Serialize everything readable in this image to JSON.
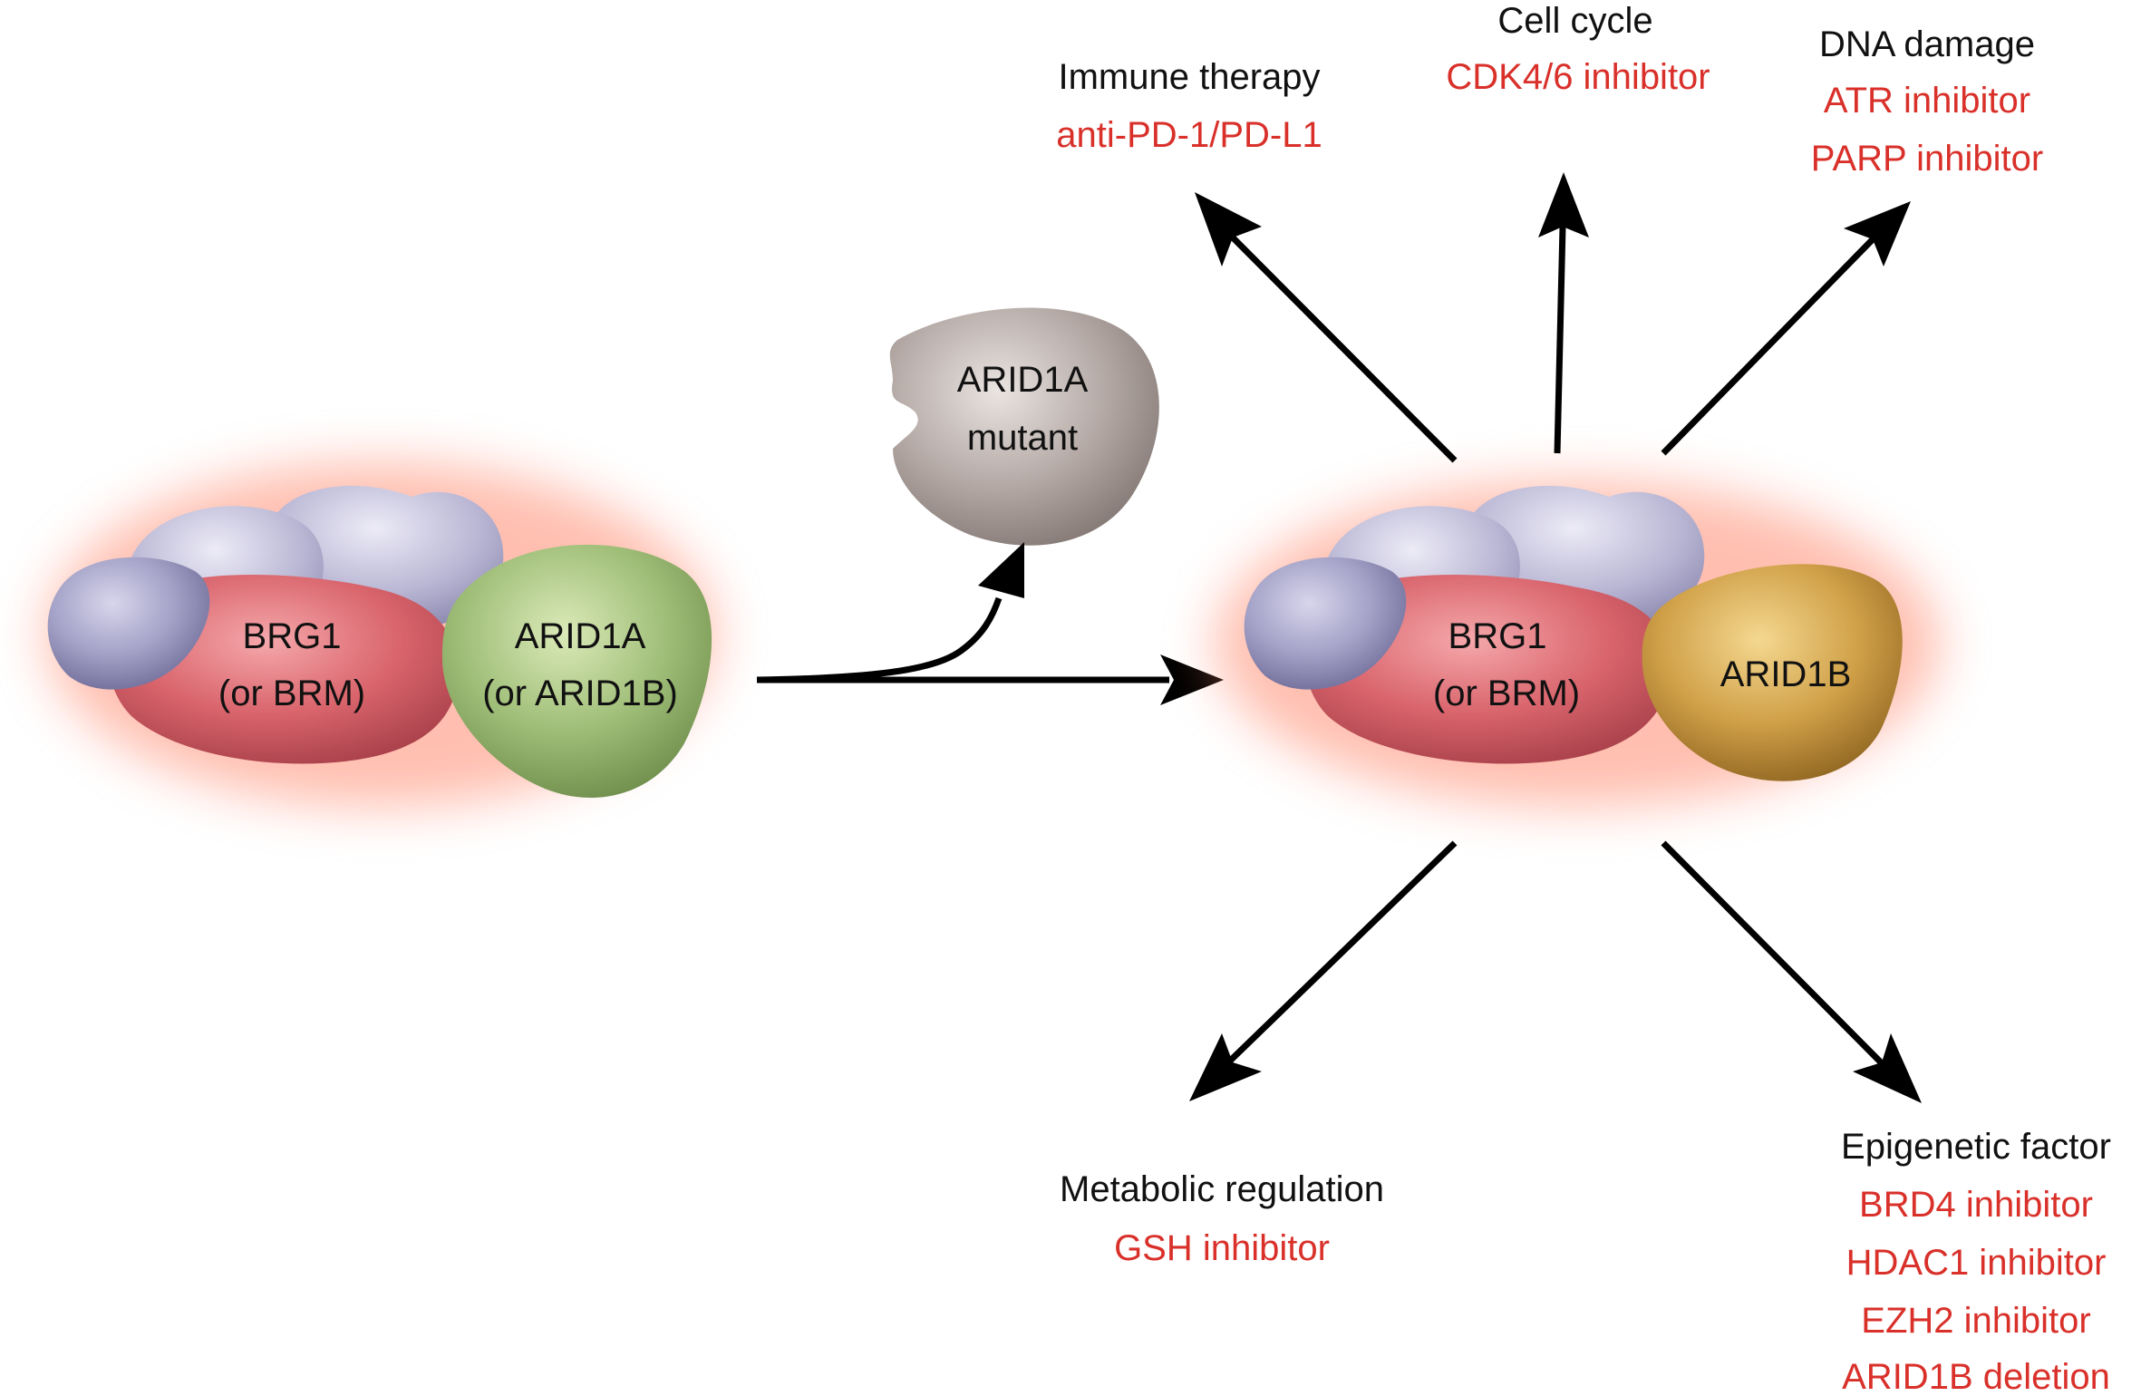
{
  "left_complex": {
    "core_label_line1": "BRG1",
    "core_label_line2": "(or BRM)",
    "partner_label_line1": "ARID1A",
    "partner_label_line2": "(or ARID1B)"
  },
  "mutant": {
    "label_line1": "ARID1A",
    "label_line2": "mutant"
  },
  "right_complex": {
    "core_label_line1": "BRG1",
    "core_label_line2": "(or BRM)",
    "partner_label": "ARID1B"
  },
  "branches": {
    "immune": {
      "title": "Immune therapy",
      "items": [
        "anti-PD-1/PD-L1"
      ]
    },
    "cell_cycle": {
      "title": "Cell cycle",
      "items": [
        "CDK4/6 inhibitor"
      ]
    },
    "dna_damage": {
      "title": "DNA damage",
      "items": [
        "ATR inhibitor",
        "PARP inhibitor"
      ]
    },
    "metabolic": {
      "title": "Metabolic regulation",
      "items": [
        "GSH inhibitor"
      ]
    },
    "epigenetic": {
      "title": "Epigenetic factor",
      "items": [
        "BRD4 inhibitor",
        "HDAC1 inhibitor",
        "EZH2 inhibitor",
        "ARID1B deletion"
      ]
    }
  },
  "colors": {
    "text_title": "#111111",
    "text_therapy": "#d9302a",
    "brg1": "#d9646c",
    "small_subunit": "#8f8fb4",
    "arid1a": "#8fb06a",
    "arid1b": "#c49234",
    "mutant": "#9e938f",
    "glow": "#ff8a70"
  }
}
